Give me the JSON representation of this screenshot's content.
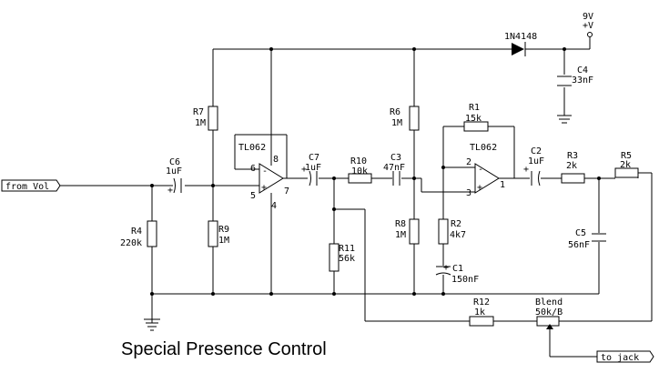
{
  "title": "Special Presence Control",
  "inputs": {
    "from_vol": "from Vol",
    "to_jack": "to jack"
  },
  "supply": {
    "voltage": "9V",
    "rail": "+V"
  },
  "opamps": {
    "u1": {
      "name": "TL062",
      "pin_8": "8",
      "pin_6": "6",
      "pin_5": "5",
      "pin_7": "7",
      "pin_4": "4"
    },
    "u2": {
      "name": "TL062",
      "pin_2": "2",
      "pin_3": "3",
      "pin_1": "1"
    }
  },
  "components": {
    "d1": {
      "ref": "1N4148"
    },
    "c4": {
      "ref": "C4",
      "value": "33nF"
    },
    "r7": {
      "ref": "R7",
      "value": "1M"
    },
    "r6": {
      "ref": "R6",
      "value": "1M"
    },
    "r1": {
      "ref": "R1",
      "value": "15k"
    },
    "c6": {
      "ref": "C6",
      "value": "1uF"
    },
    "c7": {
      "ref": "C7",
      "value": "1uF"
    },
    "r10": {
      "ref": "R10",
      "value": "10k"
    },
    "c3": {
      "ref": "C3",
      "value": "47nF"
    },
    "c2": {
      "ref": "C2",
      "value": "1uF"
    },
    "r3": {
      "ref": "R3",
      "value": "2k"
    },
    "r5": {
      "ref": "R5",
      "value": "2k"
    },
    "r4": {
      "ref": "R4",
      "value": "220k"
    },
    "r9": {
      "ref": "R9",
      "value": "1M"
    },
    "r8": {
      "ref": "R8",
      "value": "1M"
    },
    "r2": {
      "ref": "R2",
      "value": "4k7"
    },
    "r11": {
      "ref": "R11",
      "value": "56k"
    },
    "c1": {
      "ref": "C1",
      "value": "150nF"
    },
    "c5": {
      "ref": "C5",
      "value": "56nF"
    },
    "r12": {
      "ref": "R12",
      "value": "1k"
    },
    "blend": {
      "ref": "Blend",
      "value": "50k/B"
    }
  },
  "polarity_mark": "+",
  "minus_mark": "-"
}
